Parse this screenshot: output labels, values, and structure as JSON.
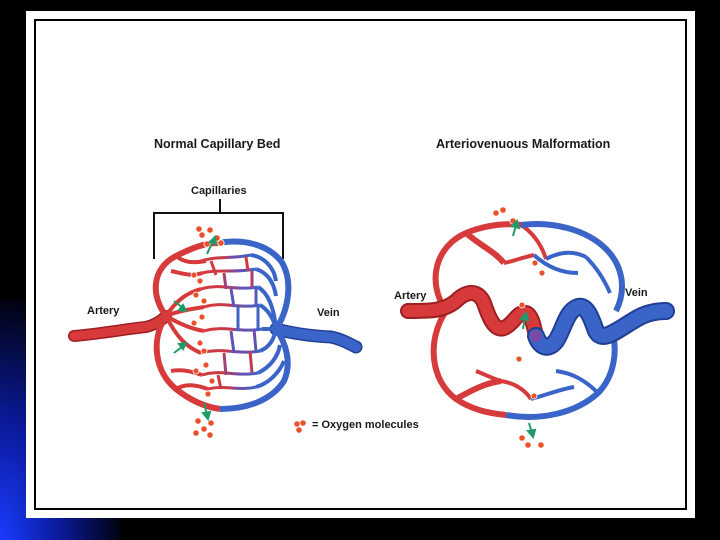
{
  "left_panel": {
    "title": "Normal Capillary Bed",
    "capillaries_label": "Capillaries",
    "artery_label": "Artery",
    "vein_label": "Vein"
  },
  "right_panel": {
    "title": "Arteriovenuous Malformation",
    "artery_label": "Artery",
    "vein_label": "Vein"
  },
  "legend": {
    "text": "= Oxygen molecules",
    "icon": "oxygen-molecule-icon"
  },
  "colors": {
    "artery": "#d63a3a",
    "artery_dark": "#9e1f22",
    "vein": "#3b64c8",
    "vein_dark": "#1f3f94",
    "mixed": "#7b4aa6",
    "oxygen": "#e8512a",
    "arrow": "#1f9a6a"
  }
}
